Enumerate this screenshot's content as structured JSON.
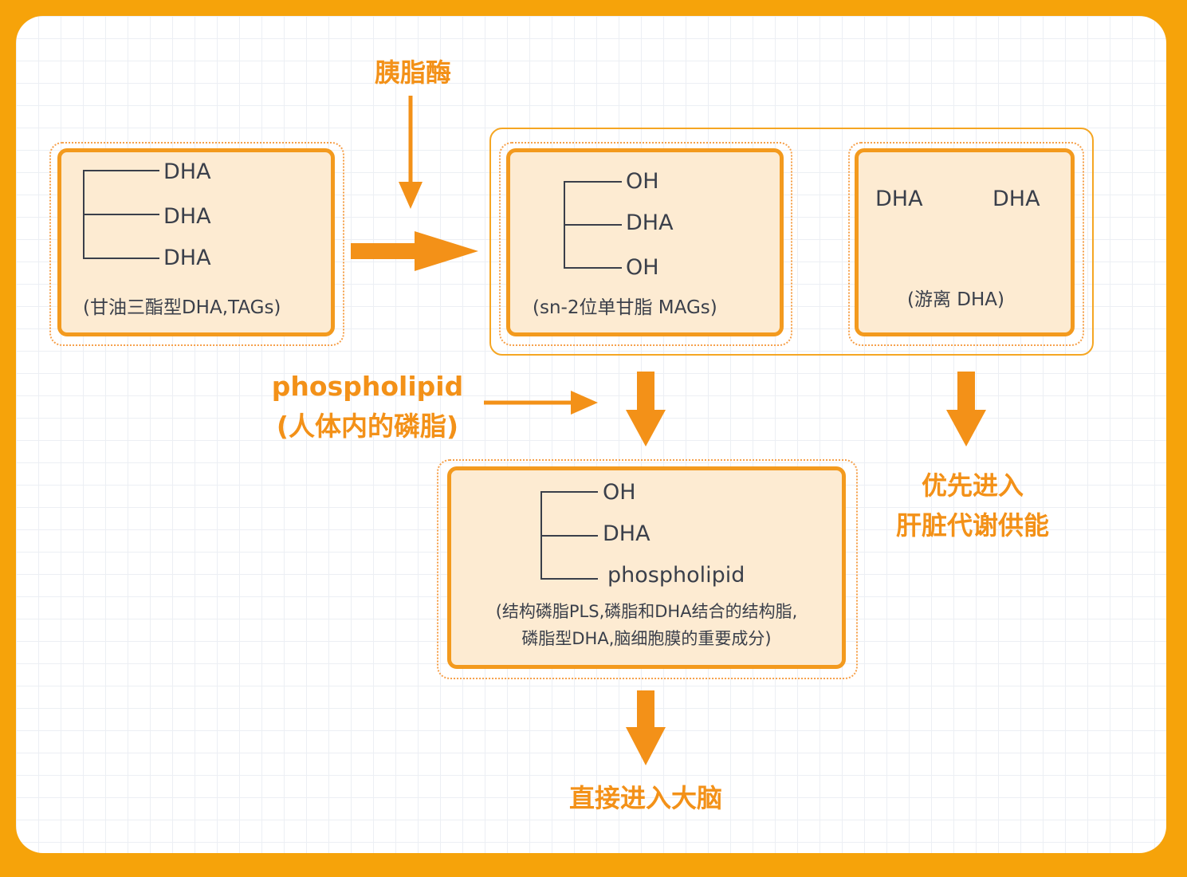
{
  "enzyme_label": "胰脂酶",
  "tag_box": {
    "chains": [
      "DHA",
      "DHA",
      "DHA"
    ],
    "caption": "(甘油三酯型DHA,TAGs)"
  },
  "mag_box": {
    "chains": [
      "OH",
      "DHA",
      "OH"
    ],
    "caption": "(sn-2位单甘脂 MAGs)"
  },
  "free_box": {
    "items": [
      "DHA",
      "DHA"
    ],
    "caption": "(游离 DHA)"
  },
  "phospholipid_label": {
    "line1": "phospholipid",
    "line2": "(人体内的磷脂)"
  },
  "pls_box": {
    "chains": [
      "OH",
      "DHA",
      "phospholipid"
    ],
    "caption_line1": "(结构磷脂PLS,磷脂和DHA结合的结构脂,",
    "caption_line2": "磷脂型DHA,脑细胞膜的重要成分)"
  },
  "liver_label": {
    "line1": "优先进入",
    "line2": "肝脏代谢供能"
  },
  "brain_label": "直接进入大脑",
  "colors": {
    "frame": "#f6a30a",
    "accent": "#f39118",
    "box_fill": "#fdebd2",
    "text": "#3a3f4a"
  }
}
